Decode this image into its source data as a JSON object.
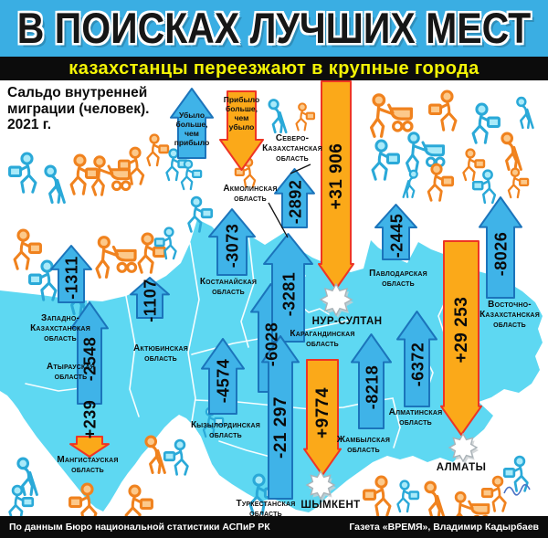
{
  "header": {
    "title": "В ПОИСКАХ ЛУЧШИХ МЕСТ",
    "subtitle": "казахстанцы переезжают в крупные города"
  },
  "intro": {
    "text": "Сальдо внутренней\nмиграции (человек).\n2021 г."
  },
  "legend": {
    "outflow": {
      "label": "Убыло\nбольше,\nчем\nприбыло"
    },
    "inflow": {
      "label": "Прибыло\nбольше,\nчем\nубыло"
    }
  },
  "colors": {
    "header_bg": "#3aaee3",
    "subtitle_text": "#f4f405",
    "map": "#5ed8f2",
    "outflow_fill": "#3fb3e8",
    "outflow_stroke": "#1b74bb",
    "inflow_fill": "#fba919",
    "inflow_stroke": "#ee3524"
  },
  "flows": [
    {
      "id": "atyrau",
      "label": "Атырауская\nобласть",
      "value": "-1311",
      "type": "outflow"
    },
    {
      "id": "zko",
      "label": "Западно-\nКазахстанская\nобласть",
      "value": "-2548",
      "type": "outflow"
    },
    {
      "id": "aktobe",
      "label": "Актюбинская\nобласть",
      "value": "-1107",
      "type": "outflow"
    },
    {
      "id": "kostanay",
      "label": "Костанайская\nобласть",
      "value": "-3073",
      "type": "outflow"
    },
    {
      "id": "karaganda",
      "label": "Карагандинская\nобласть",
      "value": "-6028",
      "type": "outflow"
    },
    {
      "id": "akmola",
      "label": "Акмолинская\nобласть",
      "value": "-3281",
      "type": "outflow"
    },
    {
      "id": "sko",
      "label": "Северо-\nКазахстанская\nобласть",
      "value": "-2892",
      "type": "outflow"
    },
    {
      "id": "pavlodar",
      "label": "Павлодарская\nобласть",
      "value": "-2445",
      "type": "outflow"
    },
    {
      "id": "vko",
      "label": "Восточно-\nКазахстанская\nобласть",
      "value": "-8026",
      "type": "outflow"
    },
    {
      "id": "kyzylorda",
      "label": "Кызылординская\nобласть",
      "value": "-4574",
      "type": "outflow"
    },
    {
      "id": "turkestan",
      "label": "Туркестанская\nобласть",
      "value": "-21 297",
      "type": "outflow"
    },
    {
      "id": "zhambyl",
      "label": "Жамбылская\nобласть",
      "value": "-8218",
      "type": "outflow"
    },
    {
      "id": "almaty_region",
      "label": "Алматинская\nобласть",
      "value": "-6372",
      "type": "outflow"
    },
    {
      "id": "mangystau",
      "label": "Мангистауская\nобласть",
      "value": "+239",
      "type": "inflow"
    },
    {
      "id": "nur_sultan",
      "label": "НУР-СУЛТАН",
      "value": "+31 906",
      "type": "inflow",
      "city": true
    },
    {
      "id": "shymkent",
      "label": "ШЫМКЕНТ",
      "value": "+9774",
      "type": "inflow",
      "city": true
    },
    {
      "id": "almaty_city",
      "label": "АЛМАТЫ",
      "value": "+29 253",
      "type": "inflow",
      "city": true
    }
  ],
  "footer": {
    "source": "По данным Бюро национальной статистики АСПиР РК",
    "credit": "Газета «ВРЕМЯ», Владимир Кадырбаев"
  }
}
